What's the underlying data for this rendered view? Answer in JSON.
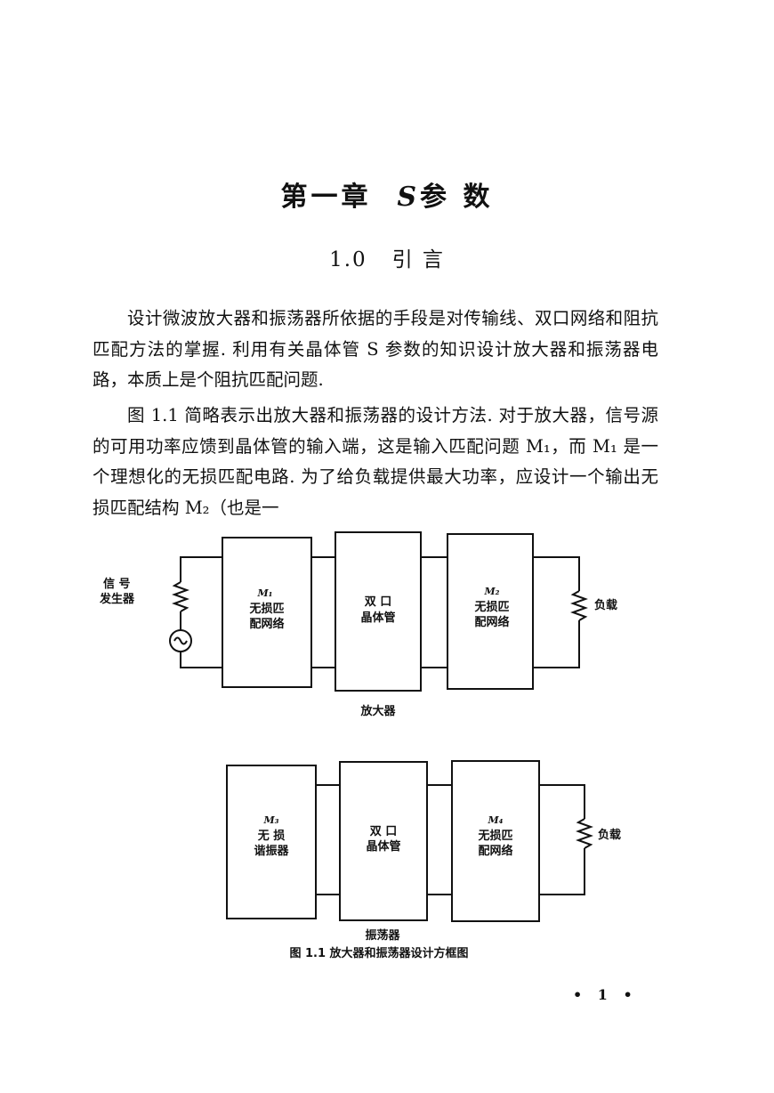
{
  "chapter": {
    "label": "第一章",
    "symbol": "S",
    "title": "参 数"
  },
  "section": {
    "number": "1.0",
    "title": "引 言"
  },
  "paragraphs": {
    "p1": "设计微波放大器和振荡器所依据的手段是对传输线、双口网络和阻抗匹配方法的掌握. 利用有关晶体管 S 参数的知识设计放大器和振荡器电路，本质上是个阻抗匹配问题.",
    "p2": "图 1.1 简略表示出放大器和振荡器的设计方法. 对于放大器，信号源的可用功率应馈到晶体管的输入端，这是输入匹配问题 M₁，而 M₁ 是一个理想化的无损匹配电路. 为了给负载提供最大功率，应设计一个输出无损匹配结构 M₂（也是一"
  },
  "figure": {
    "amplifier": {
      "source_label_1": "信 号",
      "source_label_2": "发生器",
      "m1_symbol": "M₁",
      "m1_line1": "无损匹",
      "m1_line2": "配网络",
      "transistor_line1": "双 口",
      "transistor_line2": "晶体管",
      "m2_symbol": "M₂",
      "m2_line1": "无损匹",
      "m2_line2": "配网络",
      "load_label": "负载",
      "block_label": "放大器"
    },
    "oscillator": {
      "m3_symbol": "M₃",
      "m3_line1": "无 损",
      "m3_line2": "谐振器",
      "transistor_line1": "双 口",
      "transistor_line2": "晶体管",
      "m4_symbol": "M₄",
      "m4_line1": "无损匹",
      "m4_line2": "配网络",
      "load_label": "负载",
      "block_label": "振荡器"
    },
    "caption": "图 1.1   放大器和振荡器设计方框图"
  },
  "page_number": "• 1 •"
}
